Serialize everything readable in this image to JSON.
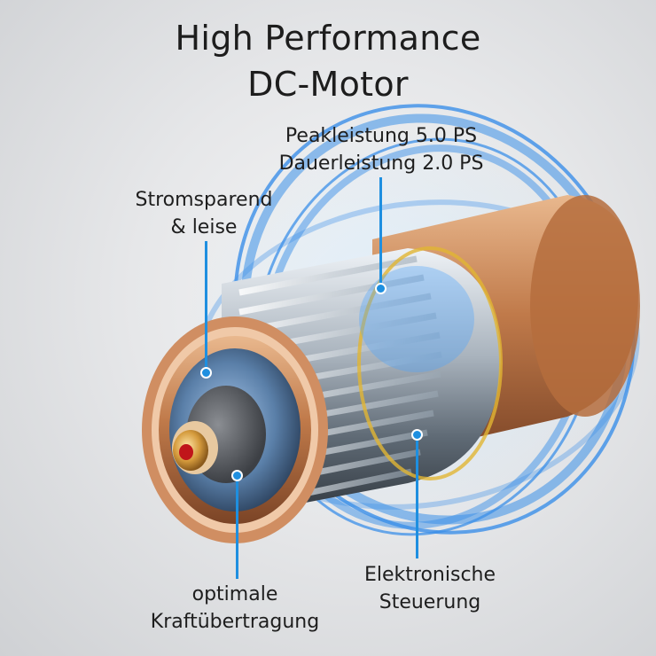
{
  "title": {
    "line1": "High Performance",
    "line2": "DC-Motor"
  },
  "callouts": {
    "peak": {
      "line1": "Peakleistung 5.0 PS",
      "line2": "Dauerleistung 2.0 PS"
    },
    "strom": {
      "line1": "Stromsparend",
      "line2": "& leise"
    },
    "optimal": {
      "line1": "optimale",
      "line2": "Kraftübertragung"
    },
    "elektronik": {
      "line1": "Elektronische",
      "line2": "Steuerung"
    }
  },
  "colors": {
    "accent_blue": "#1e8fe0",
    "copper": "#c07a4a",
    "background": "#e6e7e9"
  }
}
